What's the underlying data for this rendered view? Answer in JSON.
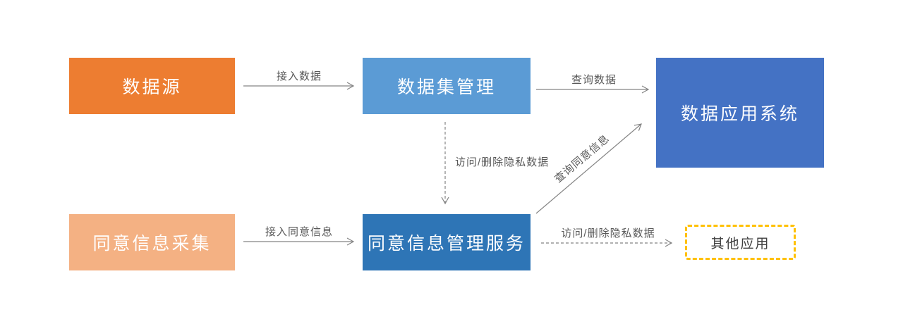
{
  "diagram": {
    "nodes": {
      "data_source": {
        "label": "数据源",
        "color": "#ED7D31",
        "text_color": "#ffffff"
      },
      "dataset_mgmt": {
        "label": "数据集管理",
        "color": "#5B9BD5",
        "text_color": "#ffffff"
      },
      "data_app_system": {
        "label": "数据应用系统",
        "color": "#4472C4",
        "text_color": "#ffffff"
      },
      "consent_collect": {
        "label": "同意信息采集",
        "color": "#F4B183",
        "text_color": "#ffffff"
      },
      "consent_mgmt": {
        "label": "同意信息管理服务",
        "color": "#2E75B6",
        "text_color": "#ffffff"
      },
      "other_apps": {
        "label": "其他应用",
        "border_color": "#FFC000",
        "border_style": "dashed",
        "text_color": "#3f3f3f"
      }
    },
    "edges": {
      "ingest_data": {
        "label": "接入数据",
        "style": "solid",
        "from": "data_source",
        "to": "dataset_mgmt"
      },
      "query_data": {
        "label": "查询数据",
        "style": "solid",
        "from": "dataset_mgmt",
        "to": "data_app_system"
      },
      "access_delete_private": {
        "label": "访问/删除隐私数据",
        "style": "dashed",
        "from": "dataset_mgmt",
        "to": "consent_mgmt"
      },
      "ingest_consent": {
        "label": "接入同意信息",
        "style": "solid",
        "from": "consent_collect",
        "to": "consent_mgmt"
      },
      "query_consent": {
        "label": "查询同意信息",
        "style": "solid",
        "from": "consent_mgmt",
        "to": "data_app_system"
      },
      "access_delete_private_2": {
        "label": "访问/删除隐私数据",
        "style": "dashed",
        "from": "consent_mgmt",
        "to": "other_apps"
      }
    },
    "colors": {
      "arrow": "#848484",
      "edge_label": "#595959",
      "background": "#ffffff"
    }
  }
}
